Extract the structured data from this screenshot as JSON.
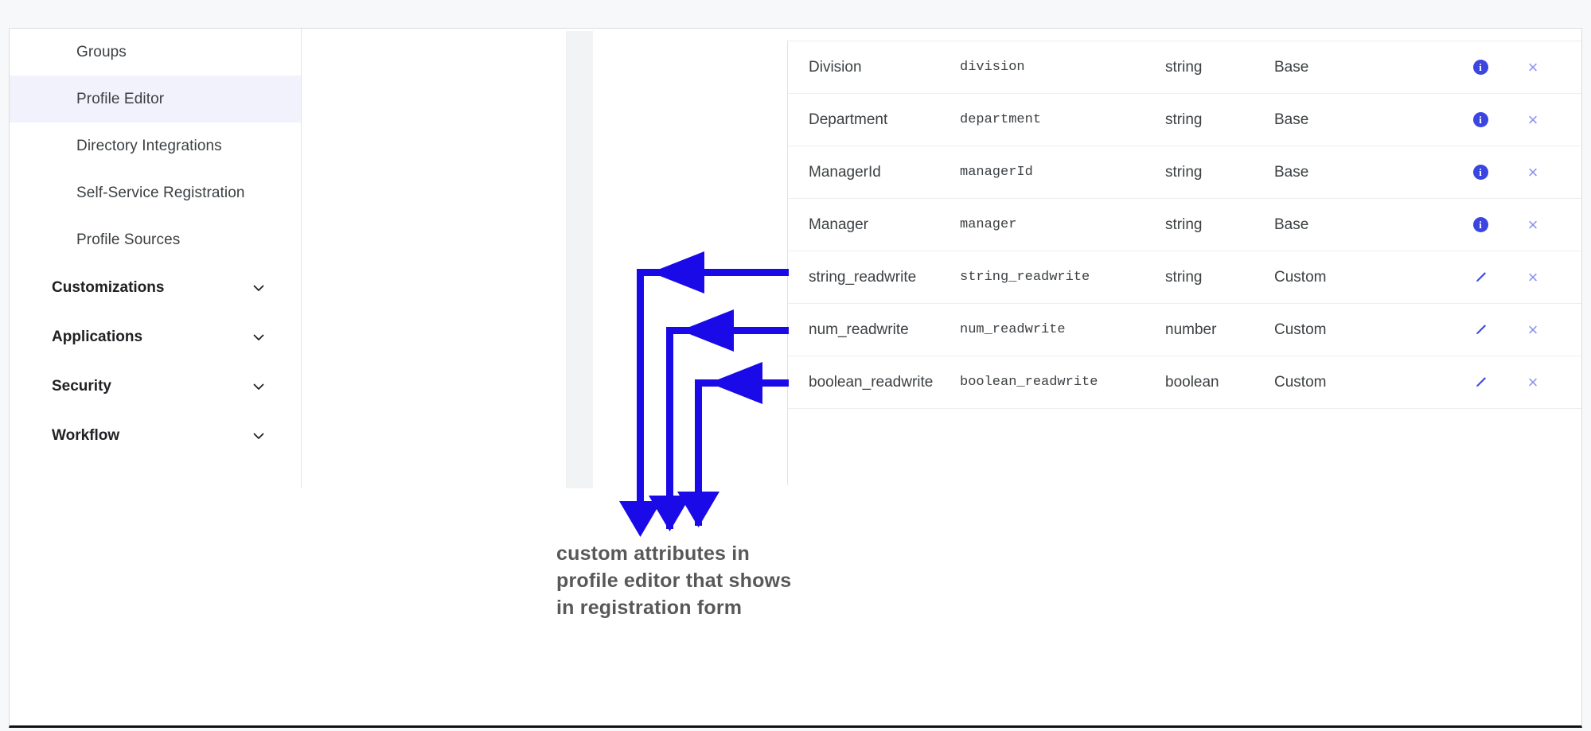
{
  "sidebar": {
    "items": [
      {
        "label": "Groups",
        "type": "item",
        "active": false
      },
      {
        "label": "Profile Editor",
        "type": "item",
        "active": true
      },
      {
        "label": "Directory Integrations",
        "type": "item",
        "active": false
      },
      {
        "label": "Self-Service Registration",
        "type": "item",
        "active": false
      },
      {
        "label": "Profile Sources",
        "type": "item",
        "active": false
      },
      {
        "label": "Customizations",
        "type": "group",
        "icon": "chevron-down-icon"
      },
      {
        "label": "Applications",
        "type": "group",
        "icon": "chevron-down-icon"
      },
      {
        "label": "Security",
        "type": "group",
        "icon": "chevron-down-icon"
      },
      {
        "label": "Workflow",
        "type": "group",
        "icon": "chevron-down-icon"
      }
    ]
  },
  "table": {
    "rows": [
      {
        "name": "Division",
        "key": "division",
        "type": "string",
        "source": "Base",
        "action": "info-icon",
        "remove": "×"
      },
      {
        "name": "Department",
        "key": "department",
        "type": "string",
        "source": "Base",
        "action": "info-icon",
        "remove": "×"
      },
      {
        "name": "ManagerId",
        "key": "managerId",
        "type": "string",
        "source": "Base",
        "action": "info-icon",
        "remove": "×"
      },
      {
        "name": "Manager",
        "key": "manager",
        "type": "string",
        "source": "Base",
        "action": "info-icon",
        "remove": "×"
      },
      {
        "name": "string_readwrite",
        "key": "string_readwrite",
        "type": "string",
        "source": "Custom",
        "action": "pencil-icon",
        "remove": "×"
      },
      {
        "name": "num_readwrite",
        "key": "num_readwrite",
        "type": "number",
        "source": "Custom",
        "action": "pencil-icon",
        "remove": "×"
      },
      {
        "name": "boolean_readwrite",
        "key": "boolean_readwrite",
        "type": "boolean",
        "source": "Custom",
        "action": "pencil-icon",
        "remove": "×"
      }
    ],
    "info_glyph": "i"
  },
  "annotation": {
    "text": "custom attributes in profile editor that shows in registration form",
    "color": "#1b0ae8",
    "text_color": "#585858"
  },
  "colors": {
    "accent": "#3b45e0",
    "remove": "#8b93f0",
    "active_nav": "#f1f2fb",
    "annotation_arrow": "#1b0ae8"
  }
}
